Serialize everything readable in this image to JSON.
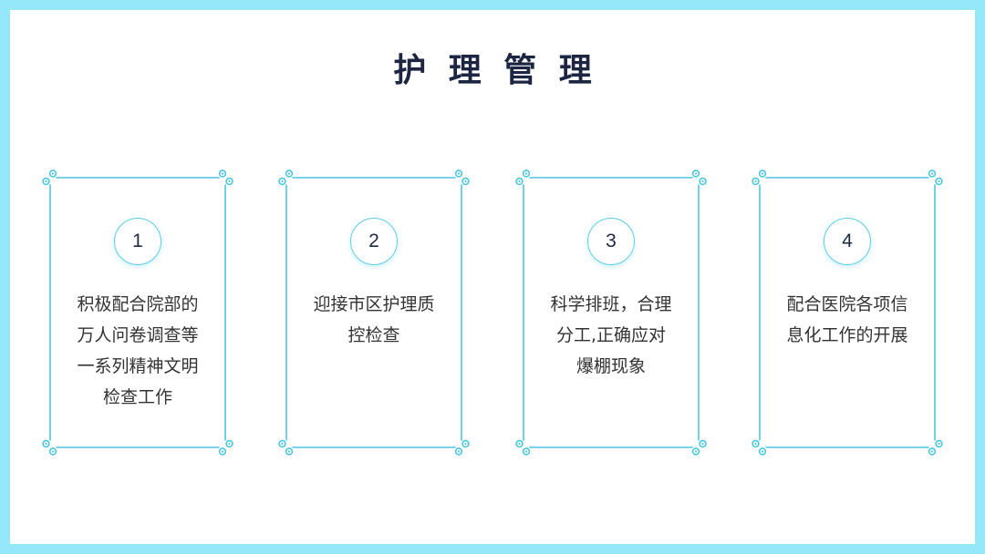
{
  "title": "护 理 管 理",
  "colors": {
    "page_border": "#94e8fa",
    "frame_accent": "#4cc6de",
    "circle_border": "#5ccfe4",
    "title_text": "#1c2541",
    "body_text": "#333333"
  },
  "cards": [
    {
      "number": "1",
      "lines": [
        "积极配合院部的",
        "万人问卷调查等",
        "一系列精神文明",
        "检查工作"
      ]
    },
    {
      "number": "2",
      "lines": [
        "迎接市区护理质",
        "控检查"
      ]
    },
    {
      "number": "3",
      "lines": [
        "科学排班，合理",
        "分工,正确应对",
        "爆棚现象"
      ]
    },
    {
      "number": "4",
      "lines": [
        "配合医院各项信",
        "息化工作的开展"
      ]
    }
  ]
}
